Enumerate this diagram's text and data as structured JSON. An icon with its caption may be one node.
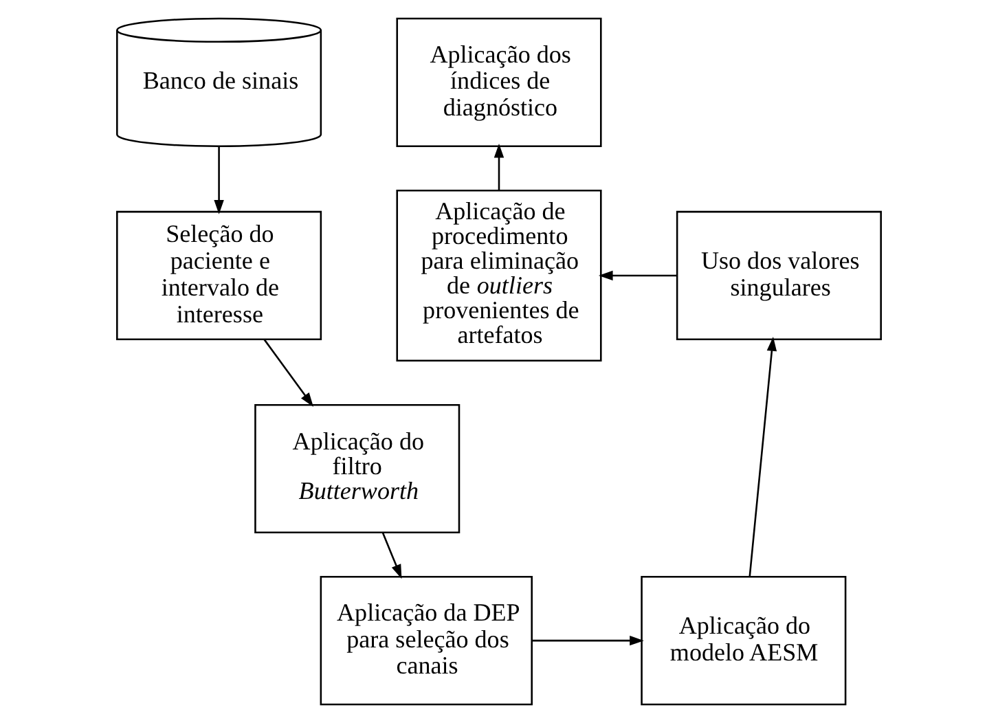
{
  "diagram": {
    "nodes": [
      {
        "text": [
          "Banco de sinais"
        ]
      },
      {
        "text": [
          "Seleção do paciente e intervalo de interesse"
        ]
      },
      {
        "text": [
          "Aplicação do filtro *Butterworth*"
        ]
      },
      {
        "text": [
          "Aplicação da DEP para seleção dos canais"
        ]
      },
      {
        "text": [
          "Aplicação do modelo AESM"
        ]
      },
      {
        "text": [
          "Uso dos valores singulares"
        ]
      },
      {
        "text": [
          "Aplicação de procedimento para eliminação de *outliers* provenientes de artefatos"
        ]
      },
      {
        "text": [
          "Aplicação dos índices de diagnóstico"
        ]
      }
    ],
    "edges": [
      {
        "from": 0,
        "to": 1,
        "arrow": "to"
      },
      {
        "from": 1,
        "to": 2,
        "arrow": "to"
      },
      {
        "from": 2,
        "to": 3,
        "arrow": "to"
      },
      {
        "from": 3,
        "to": 4,
        "arrow": "to"
      },
      {
        "from": 4,
        "to": 5,
        "arrow": "to"
      },
      {
        "from": 5,
        "to": 6,
        "arrow": "to"
      },
      {
        "from": 6,
        "to": 7,
        "arrow": "to"
      }
    ]
  }
}
